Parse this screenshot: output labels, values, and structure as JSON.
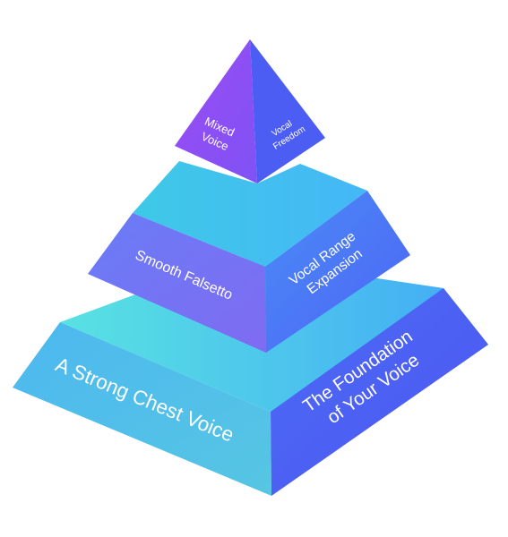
{
  "colors": {
    "top_left_face_start": "#9b4cf2",
    "top_left_face_end": "#7f52f5",
    "top_right_face": "#4c5df3",
    "top_cap_shadow": "#8a5cf4",
    "mid_top_face_start": "#3ec9e6",
    "mid_top_face_end": "#45b7f7",
    "mid_left_face_start": "#6a7cf6",
    "mid_left_face_end": "#7f6bf2",
    "mid_right_face_start": "#4b8cf7",
    "mid_right_face_end": "#4c63f4",
    "bot_top_face_start": "#58e2e2",
    "bot_top_face_end": "#42a9f6",
    "bot_left_face_start": "#4cb8ef",
    "bot_left_face_end": "#56c6e3",
    "bot_right_face_start": "#4c6cf4",
    "bot_right_face_end": "#4d55f2",
    "label_text": "#ffffff"
  },
  "tiers": {
    "top": {
      "left_label_line1": "Mixed",
      "left_label_line2": "Voice",
      "right_label_line1": "Vocal",
      "right_label_line2": "Freedom"
    },
    "middle": {
      "left_label": "Smooth Falsetto",
      "right_label_line1": "Vocal Range",
      "right_label_line2": "Expansion"
    },
    "bottom": {
      "left_label": "A Strong Chest Voice",
      "right_label_line1": "The Foundation",
      "right_label_line2": "of Your Voice"
    }
  }
}
